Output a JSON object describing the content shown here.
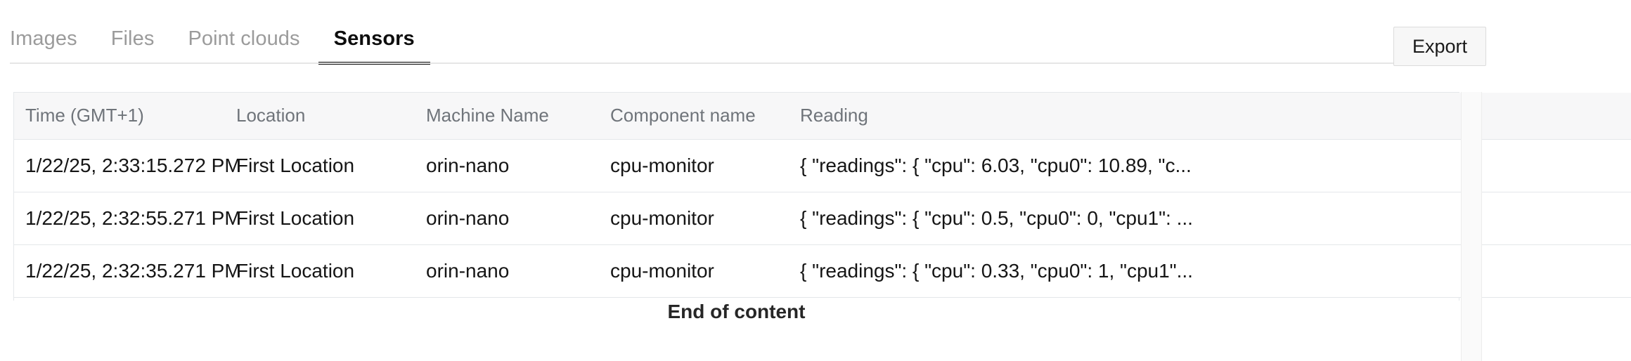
{
  "tabs": [
    {
      "label": "Images",
      "active": false
    },
    {
      "label": "Files",
      "active": false
    },
    {
      "label": "Point clouds",
      "active": false
    },
    {
      "label": "Sensors",
      "active": true
    }
  ],
  "toolbar": {
    "export_label": "Export"
  },
  "table": {
    "columns": [
      "Time (GMT+1)",
      "Location",
      "Machine Name",
      "Component name",
      "Reading"
    ],
    "rows": [
      {
        "time": "1/22/25, 2:33:15.272 PM",
        "location": "First Location",
        "machine": "orin-nano",
        "component": "cpu-monitor",
        "reading": "{ \"readings\": { \"cpu\": 6.03, \"cpu0\": 10.89, \"c..."
      },
      {
        "time": "1/22/25, 2:32:55.271 PM",
        "location": "First Location",
        "machine": "orin-nano",
        "component": "cpu-monitor",
        "reading": "{ \"readings\": { \"cpu\": 0.5, \"cpu0\": 0, \"cpu1\": ..."
      },
      {
        "time": "1/22/25, 2:32:35.271 PM",
        "location": "First Location",
        "machine": "orin-nano",
        "component": "cpu-monitor",
        "reading": "{ \"readings\": { \"cpu\": 0.33, \"cpu0\": 1, \"cpu1\"..."
      }
    ]
  },
  "footer": {
    "end_of_content": "End of content"
  },
  "colors": {
    "active_tab": "#0d0d0d",
    "inactive_tab": "#9b9b9b",
    "header_bg": "#f7f7f8",
    "header_text": "#6f747a",
    "border": "#e4e7ea"
  }
}
